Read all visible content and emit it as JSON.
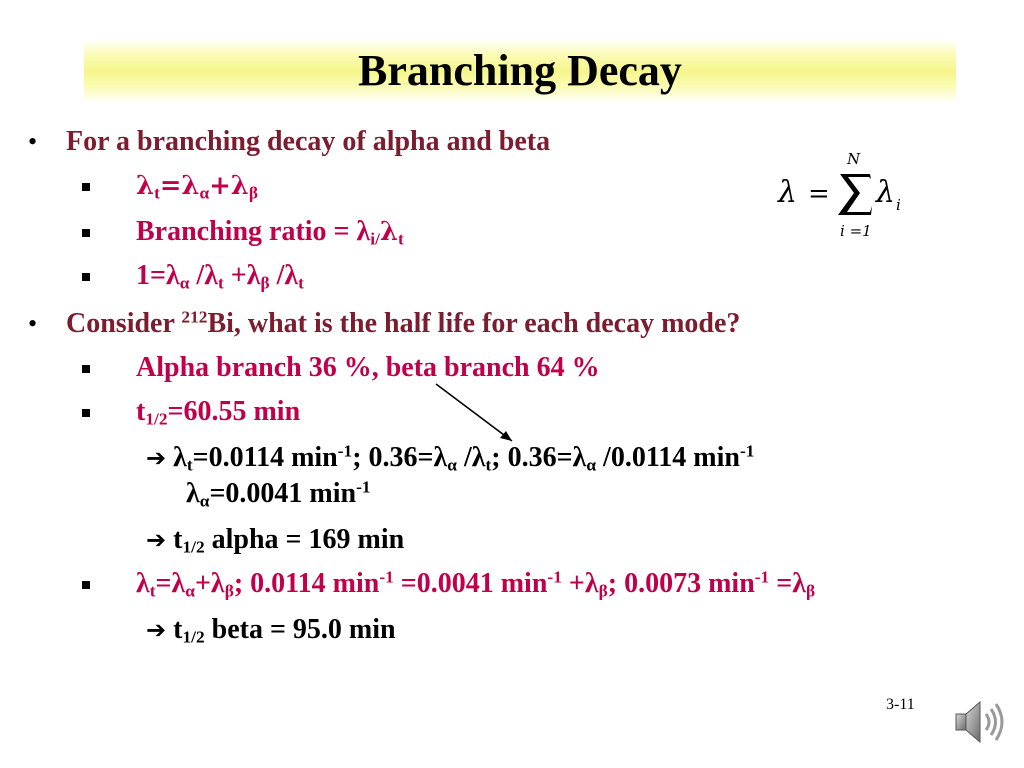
{
  "title": "Branching Decay",
  "bullets": {
    "b1": "For a branching decay of alpha and beta",
    "s1_lt": "λ",
    "s1_sub_t": "t",
    "s1_eq": "=λ",
    "s1_sub_a": "α",
    "s1_plus": "+λ",
    "s1_sub_b": "β",
    "s2_text": "Branching ratio = λ",
    "s2_sub_i": "i/",
    "s2_l": "λ",
    "s2_sub_t": "t",
    "s3_a": "1=λ",
    "s3_sub_a": "α",
    "s3_b": " /λ",
    "s3_sub_t1": "t",
    "s3_c": " +λ",
    "s3_sub_b": "β",
    "s3_d": " /λ",
    "s3_sub_t2": "t",
    "b2_a": "Consider ",
    "b2_sup": "212",
    "b2_b": "Bi, what is the half life for each decay mode?",
    "s4": "Alpha branch 36 %, beta branch 64 %",
    "s5_a": "t",
    "s5_sub": "1/2",
    "s5_b": "=60.55 min",
    "r1_a": "λ",
    "r1_sub_t": "t",
    "r1_b": "=0.0114 min",
    "r1_sup1": "-1",
    "r1_c": "; 0.36=λ",
    "r1_sub_a": "α",
    "r1_d": " /λ",
    "r1_sub_t2": "t",
    "r1_e": "; 0.36=λ",
    "r1_sub_a2": "α",
    "r1_f": " /0.0114 min",
    "r1_sup2": "-1",
    "r2_a": "λ",
    "r2_sub": "α",
    "r2_b": "=0.0041 min",
    "r2_sup": "-1",
    "r3_a": "t",
    "r3_sub": "1/2",
    "r3_b": " alpha = 169 min",
    "s6_a": "λ",
    "s6_sub_t": "t",
    "s6_b": "=λ",
    "s6_sub_a": "α",
    "s6_c": "+λ",
    "s6_sub_b": "β",
    "s6_d": "; 0.0114 min",
    "s6_sup1": "-1",
    "s6_e": " =0.0041 min",
    "s6_sup2": "-1",
    "s6_f": " +λ",
    "s6_sub_b2": "β",
    "s6_g": "; 0.0073 min",
    "s6_sup3": "-1",
    "s6_h": " =λ",
    "s6_sub_b3": "β",
    "r4_a": "t",
    "r4_sub": "1/2",
    "r4_b": " beta = 95.0 min"
  },
  "formula": {
    "lhs": "λ",
    "eq": "=",
    "upper": "N",
    "lower": "i =1",
    "term": "λ",
    "term_sub": "i"
  },
  "slide_number": "3-11",
  "arrow_glyph": "➔",
  "icons": {
    "speaker": "speaker-icon"
  },
  "colors": {
    "level1": "#7b1c2f",
    "level2": "#c0004a",
    "title_band": "#f6f68c"
  }
}
